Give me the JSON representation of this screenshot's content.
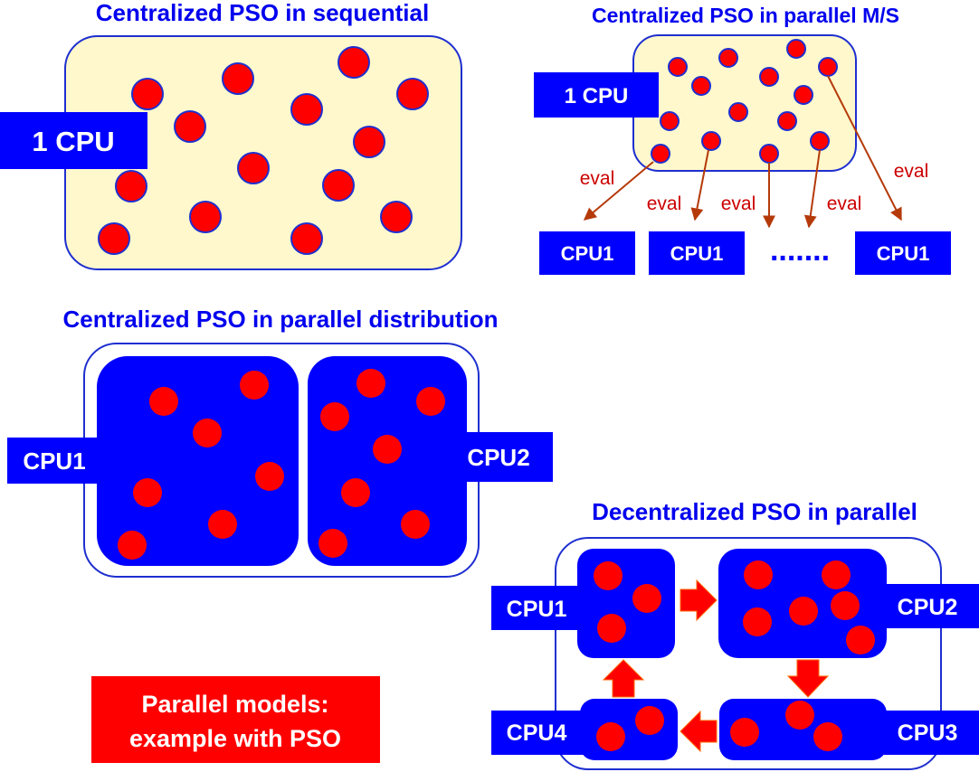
{
  "titles": {
    "sequential": "Centralized PSO in sequential",
    "master_slave": "Centralized PSO in parallel M/S",
    "distribution": "Centralized PSO in parallel distribution",
    "decentralized": "Decentralized PSO in parallel"
  },
  "sequential": {
    "cpu_label": "1 CPU"
  },
  "master_slave": {
    "cpu_label": "1 CPU",
    "eval_labels": [
      "eval",
      "eval",
      "eval",
      "eval",
      "eval"
    ],
    "workers": [
      "CPU1",
      "CPU1",
      "CPU1"
    ],
    "ellipsis": "......."
  },
  "distribution": {
    "cpu_left": "CPU1",
    "cpu_right": "CPU2"
  },
  "decentralized": {
    "cpus": [
      "CPU1",
      "CPU2",
      "CPU3",
      "CPU4"
    ]
  },
  "caption": {
    "line1": "Parallel models:",
    "line2": "example with PSO"
  },
  "colors": {
    "title_blue": "#0000ee",
    "box_blue": "#0000ff",
    "particle_red": "#ff0000",
    "population_fill": "#fff8cc",
    "arrow": "#b53a0a"
  }
}
